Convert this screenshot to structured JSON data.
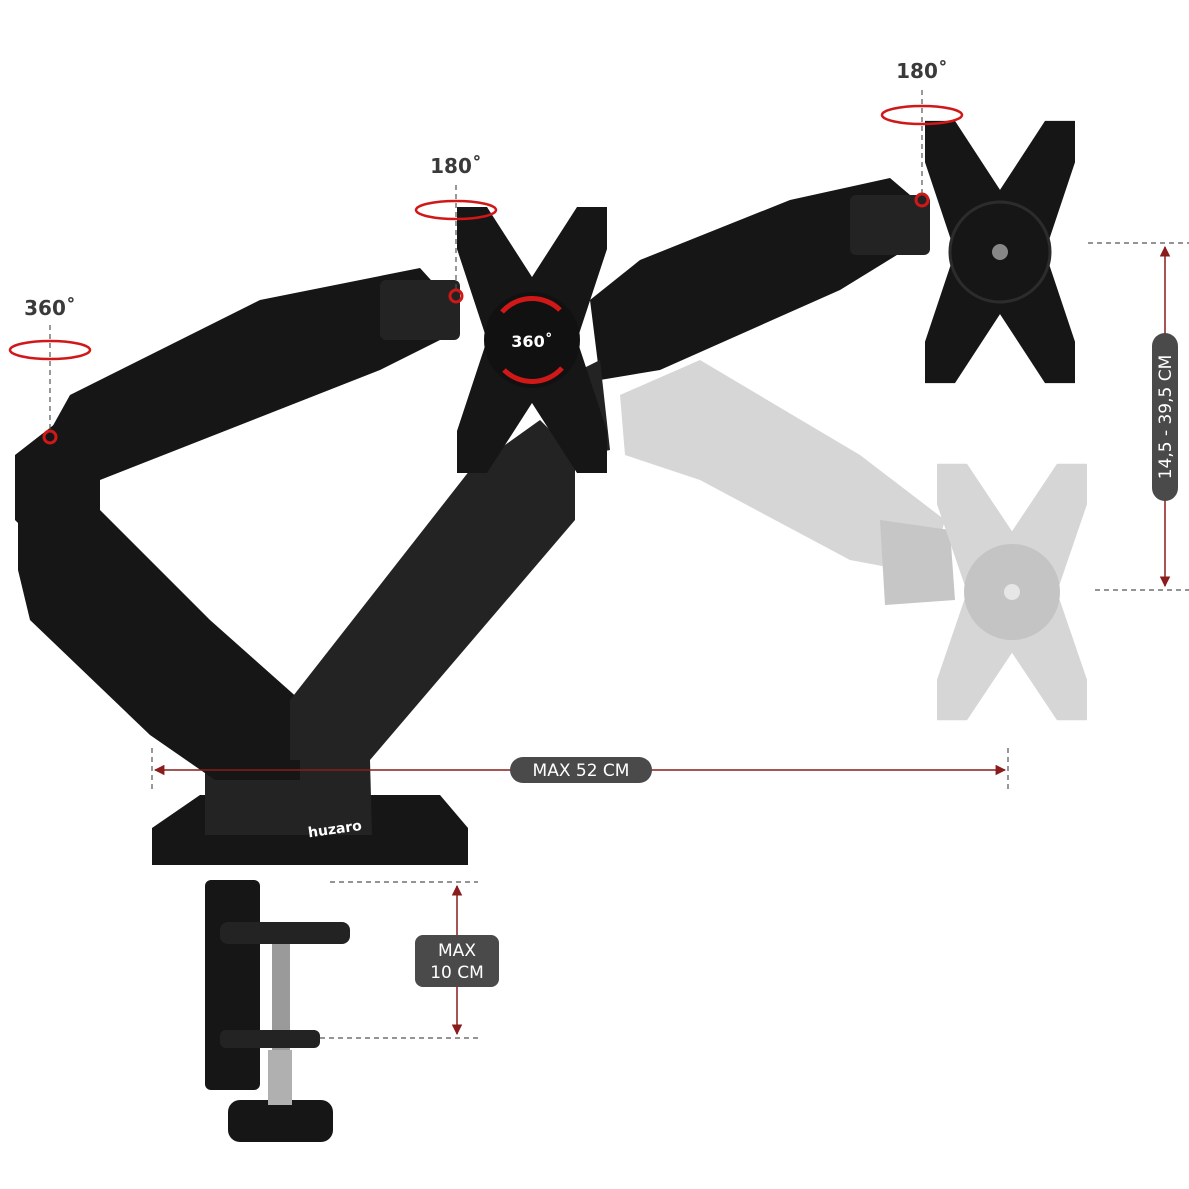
{
  "rotation_labels": {
    "left_base": "360˚",
    "middle_joint": "180˚",
    "right_joint": "180˚",
    "plate_rotation": "360˚"
  },
  "dimensions": {
    "reach": "MAX 52 CM",
    "clamp_line1": "MAX",
    "clamp_line2": "10 CM",
    "height_range": "14,5 - 39,5 CM"
  },
  "brand": {
    "logo_text": "huzaro"
  },
  "colors": {
    "accent_red": "#d01818",
    "pill_bg": "#4a4a4a",
    "arm_black": "#161616",
    "ghost_gray": "#d6d6d6"
  }
}
